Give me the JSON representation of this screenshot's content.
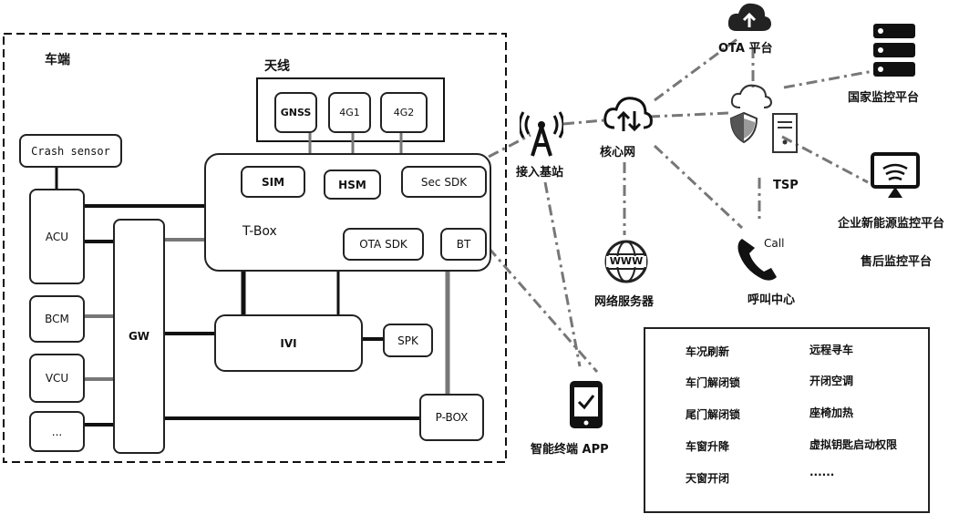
{
  "vehicle": {
    "title": "车端",
    "antenna_title": "天线",
    "antenna": [
      "GNSS",
      "4G1",
      "4G2"
    ],
    "crash_sensor": "Crash sensor",
    "ecus": [
      "ACU",
      "BCM",
      "VCU",
      "..."
    ],
    "gw": "GW",
    "tbox": {
      "title": "T-Box",
      "modules": [
        "SIM",
        "HSM",
        "Sec SDK",
        "OTA SDK",
        "BT"
      ]
    },
    "ivi": "IVI",
    "spk": "SPK",
    "pbox": "P-BOX"
  },
  "network": {
    "base_station": "接入基站",
    "core_network": "核心网",
    "ota_platform": "OTA 平台",
    "national_platform": "国家监控平台",
    "enterprise_platform": "企业新能源监控平台",
    "aftersales_platform": "售后监控平台",
    "tsp": "TSP",
    "call_label": "Call",
    "call_center": "呼叫中心",
    "web_server": "网络服务器",
    "www": "WWW",
    "app": "智能终端 APP"
  },
  "services": {
    "left": [
      "车况刷新",
      "车门解闭锁",
      "尾门解闭锁",
      "车窗升降",
      "天窗开闭"
    ],
    "right": [
      "远程寻车",
      "开闭空调",
      "座椅加热",
      "虚拟钥匙启动权限",
      "......"
    ]
  },
  "icons": [
    "antenna-tower-icon",
    "cloud-network-icon",
    "cloud-upload-icon",
    "server-stack-icon",
    "shield-icon",
    "server-tower-icon",
    "monitor-wifi-icon",
    "phone-icon",
    "globe-icon",
    "smartphone-check-icon"
  ]
}
